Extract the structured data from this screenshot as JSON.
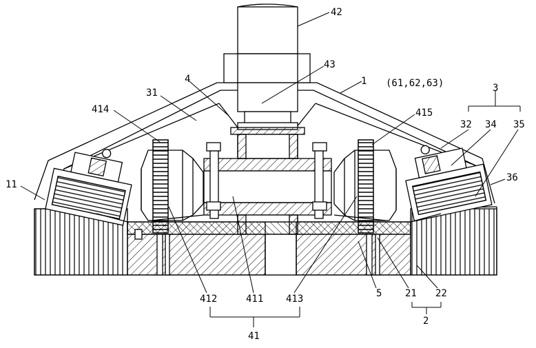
{
  "diagram": {
    "colors": {
      "stroke": "#000000",
      "background": "#ffffff"
    },
    "labels": {
      "l42": "42",
      "l43": "43",
      "l1": "1",
      "l61_62_63": "(61,62,63)",
      "l3": "3",
      "l4": "4",
      "l31": "31",
      "l414": "414",
      "l415": "415",
      "l32": "32",
      "l34": "34",
      "l35": "35",
      "l11": "11",
      "l36": "36",
      "l412": "412",
      "l411": "411",
      "l413": "413",
      "l5": "5",
      "l21": "21",
      "l22": "22",
      "l41": "41",
      "l2": "2"
    }
  }
}
